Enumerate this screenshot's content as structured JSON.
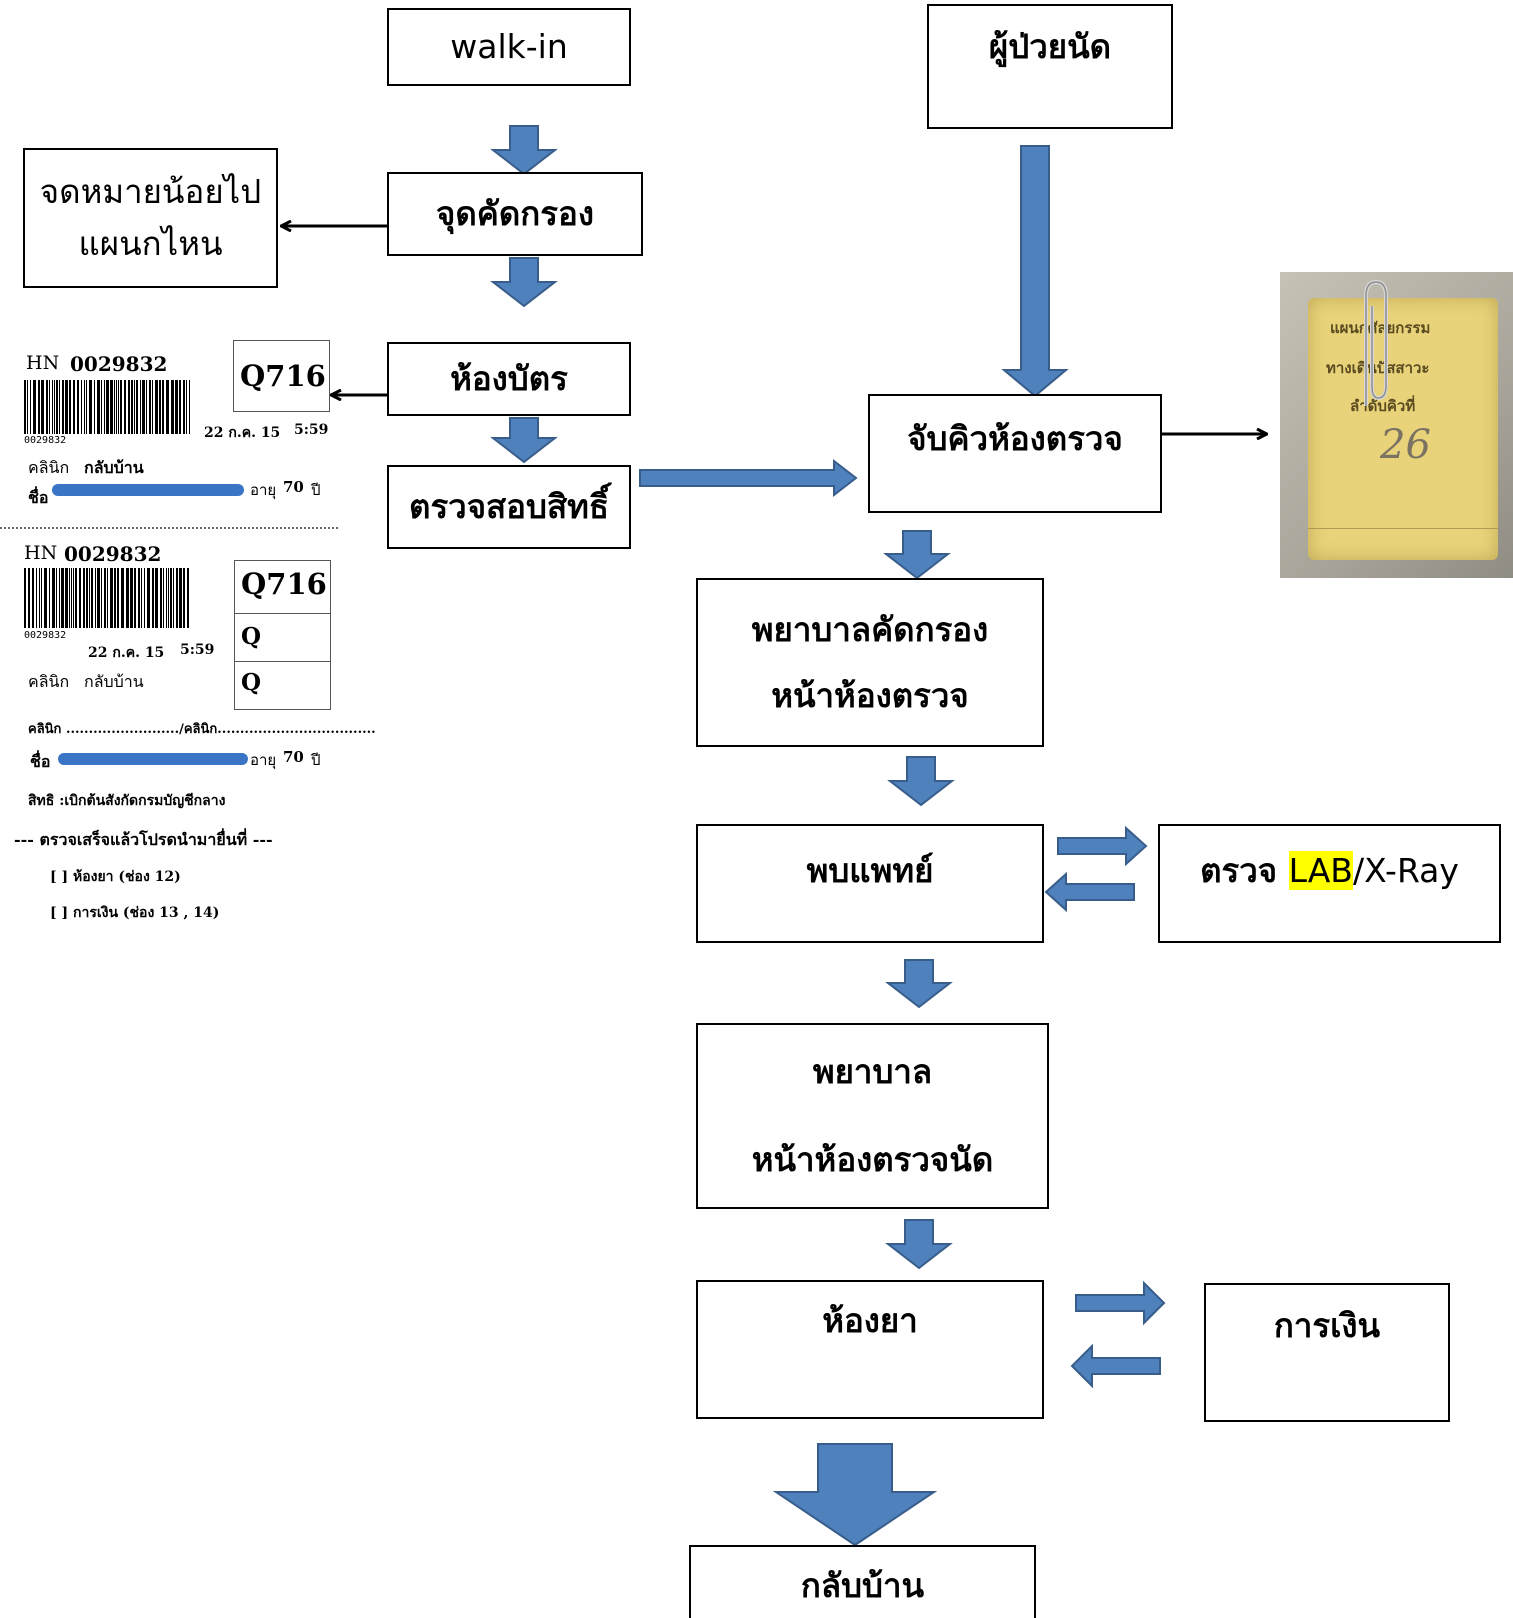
{
  "flow": {
    "walk_in": "walk-in",
    "appointment_patient": "ผู้ป่วยนัด",
    "screening_point": "จุดคัดกรอง",
    "note_department": [
      "จดหมายน้อยไป",
      "แผนกไหน"
    ],
    "card_room": "ห้องบัตร",
    "check_rights": "ตรวจสอบสิทธิ์",
    "exam_queue": "จับคิวห้องตรวจ",
    "nurse_screening": [
      "พยาบาลคัดกรอง",
      "หน้าห้องตรวจ"
    ],
    "see_doctor": "พบแพทย์",
    "lab_xray_prefix": "ตรวจ ",
    "lab_xray_highlight": "LAB",
    "lab_xray_suffix": "/X-Ray",
    "nurse_appointment": [
      "พยาบาล",
      "หน้าห้องตรวจนัด"
    ],
    "pharmacy": "ห้องยา",
    "finance": "การเงิน",
    "go_home": "กลับบ้าน"
  },
  "ticket1": {
    "hn_label": "HN",
    "hn": "0029832",
    "queue": "Q716",
    "barcode_number": "0029832",
    "date": "22 ก.ค. 15",
    "time": "5:59",
    "clinic_label": "คลินิก",
    "clinic": "กลับบ้าน",
    "name_label": "ชื่อ",
    "age_label": "อายุ",
    "age": "70",
    "year_label": "ปี"
  },
  "ticket2": {
    "hn_label": "HN",
    "hn": "0029832",
    "queue": "Q716",
    "q2": "Q",
    "q3": "Q",
    "barcode_number": "0029832",
    "date": "22 ก.ค. 15",
    "time": "5:59",
    "clinic_label": "คลินิก",
    "clinic": "กลับบ้าน",
    "clinic_line": "คลินิก ........................./คลินิก...................................",
    "name_label": "ชื่อ",
    "age_label": "อายุ",
    "age": "70",
    "year_label": "ปี",
    "rights": "สิทธิ :เบิกต้นสังกัดกรมบัญชีกลาง",
    "instruction": "--- ตรวจเสร็จแล้วโปรดนำมายื่นที่ ---",
    "option1": "[   ]  ห้องยา (ช่อง 12)",
    "option2": "[   ]  การเงิน (ช่อง 13 , 14)"
  },
  "queue_card": {
    "line1": "แผนกศัลยกรรม",
    "line2": "ทางเดินปัสสาวะ",
    "line3": "ลำดับคิวที่",
    "number": "26"
  },
  "colors": {
    "arrow_fill": "#4f81bd",
    "arrow_stroke": "#385d8a",
    "highlight": "#ffff00"
  }
}
